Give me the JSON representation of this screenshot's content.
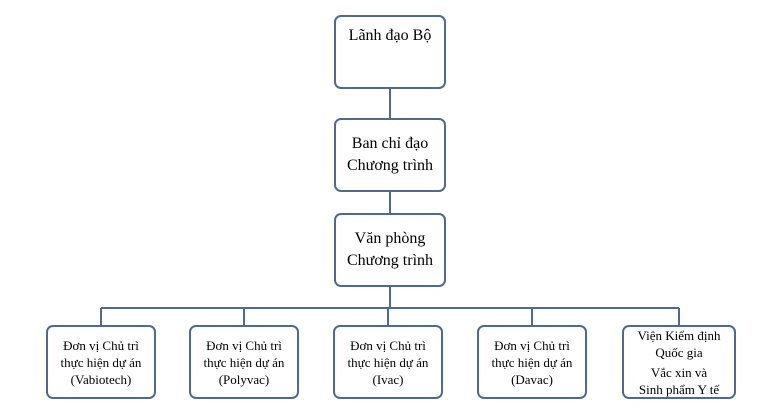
{
  "org_chart": {
    "top": {
      "lines": [
        "Lãnh đạo Bộ"
      ]
    },
    "steering_committee": {
      "lines": [
        "Ban chỉ đạo",
        "Chương trình"
      ]
    },
    "program_office": {
      "lines": [
        "Văn phòng",
        "Chương trình"
      ]
    },
    "units": [
      {
        "lines": [
          "Đơn vị Chủ trì",
          "thực hiện dự án",
          "(Vabiotech)"
        ]
      },
      {
        "lines": [
          "Đơn vị Chủ trì",
          "thực hiện dự án",
          "(Polyvac)"
        ]
      },
      {
        "lines": [
          "Đơn vị Chủ trì",
          "thực hiện dự án",
          "(Ivac)"
        ]
      },
      {
        "lines": [
          "Đơn vị Chủ trì",
          "thực hiện dự án",
          "(Davac)"
        ]
      },
      {
        "lines": [
          "Viện Kiểm định",
          "Quốc gia",
          "Vắc xin và",
          "Sinh phẩm Y tế"
        ]
      }
    ],
    "colors": {
      "border": "#4f6b8c",
      "connector": "#4f6b8c",
      "fill": "#ffffff"
    }
  }
}
